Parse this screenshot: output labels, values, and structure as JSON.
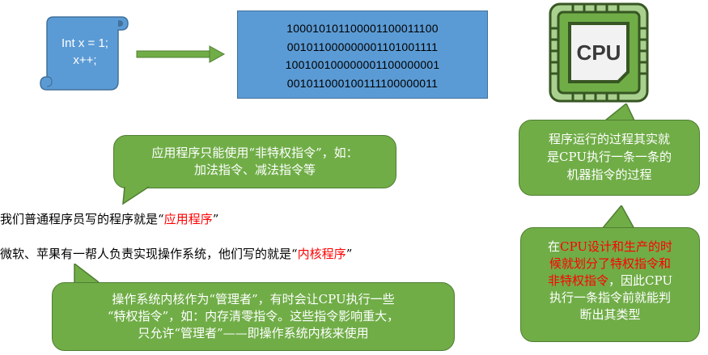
{
  "code_scroll": {
    "line1": "Int x = 1;",
    "line2": "x++;"
  },
  "binary": {
    "lines": [
      "10001010110000110001110​0",
      "00101100000000110100111 1",
      "10010010000000110000000 1",
      "00101100010011110000001 1"
    ]
  },
  "cpu_icon": {
    "label": "CPU"
  },
  "bubble_app": {
    "line1": "应用程序只能使用“非特权指令”，如：",
    "line2": "加法指令、减法指令等"
  },
  "bubble_cpu_process": {
    "line1": "程序运行的过程其实就",
    "line2": "是CPU执行一条一条的",
    "line3": "机器指令的过程"
  },
  "text_app": {
    "prefix": "我们普通程序员写的程序就是“",
    "highlight": "应用程序",
    "suffix": "”"
  },
  "text_kernel": {
    "prefix": "微软、苹果有一帮人负责实现操作系统，他们写的就是“",
    "highlight": "内核程序",
    "suffix": "”"
  },
  "bubble_kernel": {
    "line1": "操作系统内核作为“管理者”，有时会让CPU执行一些",
    "line2": "“特权指令”，如：内存清零指令。这些指令影响重大，",
    "line3": "只允许“管理者”——即操作系统内核来使用"
  },
  "bubble_cpu_design": {
    "line1_prefix": "在",
    "line1_red": "CPU设计和生产的时",
    "line2_red": "候就划分了特权指令和",
    "line3_red": "非特权指令",
    "line3_suffix": "，因此CPU",
    "line4": "执行一条指令前就能判",
    "line5": "断出其类型"
  },
  "colors": {
    "green": "#70ad47",
    "blue": "#5b9bd5",
    "red": "#ff0000",
    "cpu_dark": "#3e6b2f",
    "cpu_light": "#b6d7a8"
  }
}
